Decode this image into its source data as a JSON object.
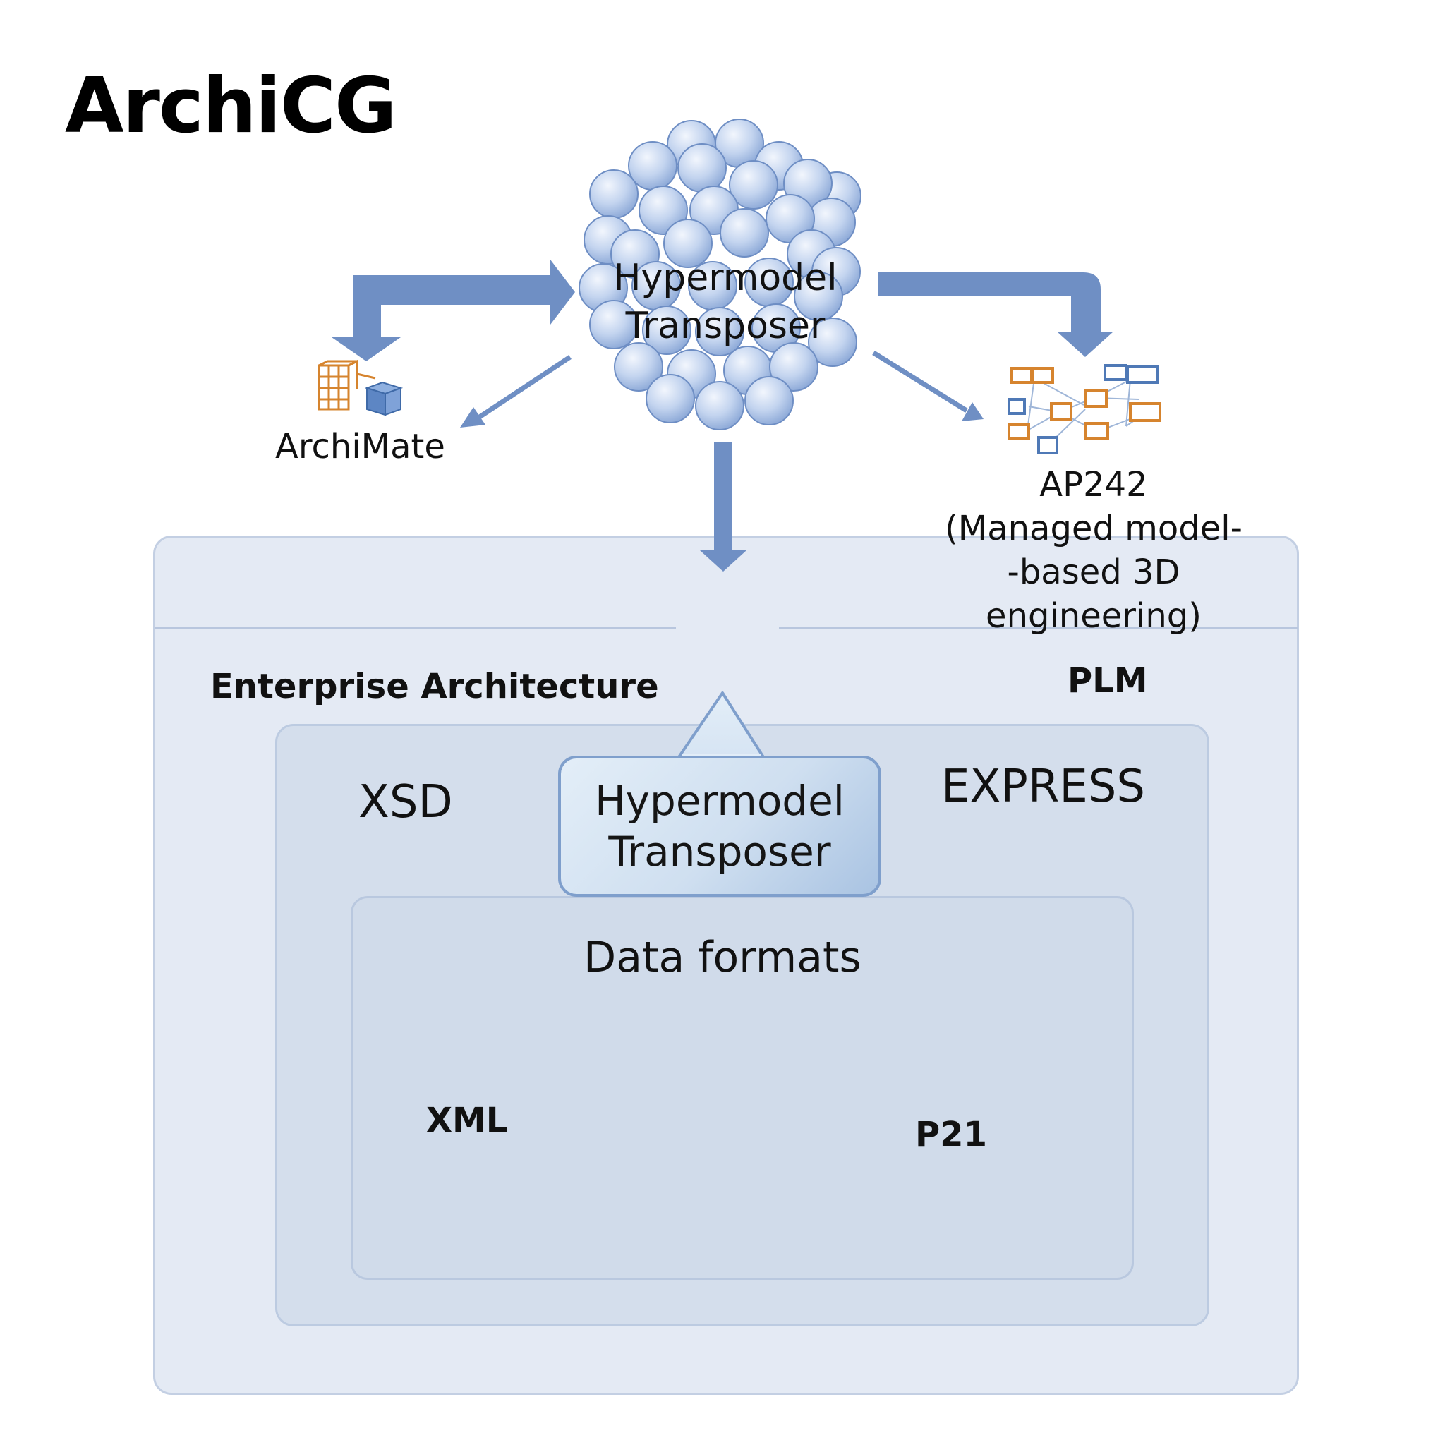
{
  "title": "ArchiCG",
  "hub": {
    "label_line1": "Hypermodel",
    "label_line2": "Transposer"
  },
  "archimate": {
    "label": "ArchiMate"
  },
  "ap242": {
    "line1": "AP242",
    "line2": "(Managed model-",
    "line3": "-based 3D engineering)"
  },
  "panels": {
    "enterprise_architecture": "Enterprise Architecture",
    "plm": "PLM",
    "xsd": "XSD",
    "express": "EXPRESS",
    "callout_line1": "Hypermodel",
    "callout_line2": "Transposer",
    "data_formats": "Data formats",
    "xml": "XML",
    "p21": "P21"
  },
  "colors": {
    "arrow": "#6f8fc4",
    "sphere_fill": "#bccfee",
    "sphere_stroke": "#6e8ec4",
    "orange_box": "#d6842e",
    "blue_box": "#4f79b6",
    "panel_border": "#c3cfe3"
  }
}
